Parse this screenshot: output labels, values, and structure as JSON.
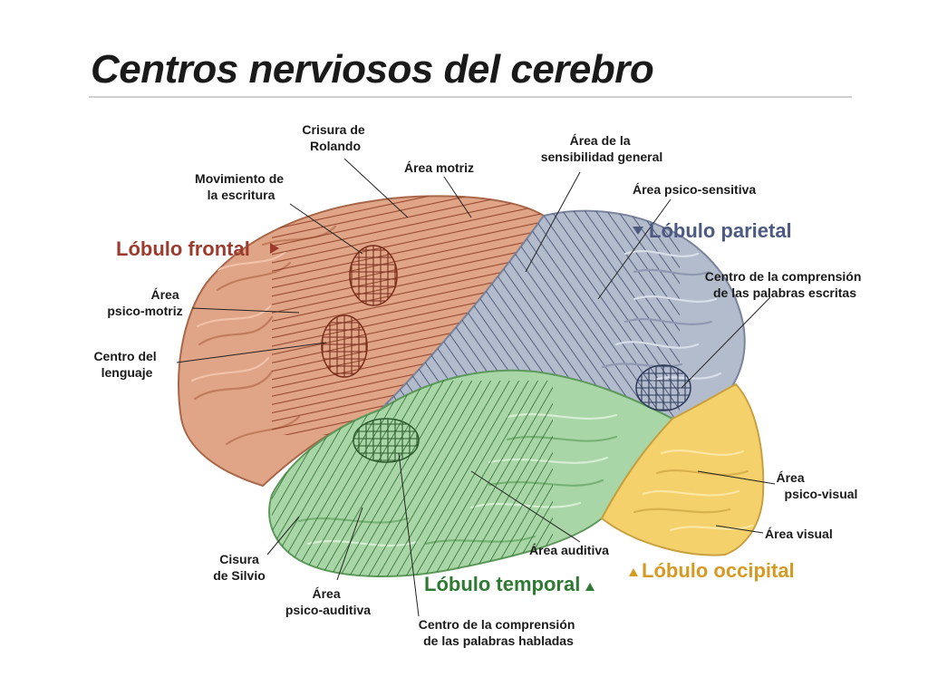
{
  "title": "Centros nerviosos del cerebro",
  "colors": {
    "frontal": "#e0a486",
    "parietal": "#b3bccd",
    "temporal": "#a9d6a6",
    "occipital": "#f4d16a",
    "frontal_text": "#9c3b2e",
    "parietal_text": "#4c5a82",
    "temporal_text": "#2e7a32",
    "occipital_text": "#d69a22"
  },
  "lobes": {
    "frontal": "Lóbulo frontal",
    "parietal": "Lóbulo parietal",
    "temporal": "Lóbulo temporal",
    "occipital": "Lóbulo occipital"
  },
  "labels": {
    "crisura_rolando": [
      "Crisura de",
      "Rolando"
    ],
    "area_motriz": "Área motriz",
    "movimiento_escritura": [
      "Movimiento de",
      "la escritura"
    ],
    "sensibilidad_general": [
      "Área de la",
      "sensibilidad general"
    ],
    "psico_sensitiva": "Área psico-sensitiva",
    "psico_motriz": [
      "Área",
      "psico-motriz"
    ],
    "centro_lenguaje": [
      "Centro del",
      "lenguaje"
    ],
    "comprension_escritas": [
      "Centro de la comprensión",
      "de las palabras escritas"
    ],
    "psico_visual": [
      "Área",
      "psico-visual"
    ],
    "area_visual": "Área visual",
    "area_auditiva": "Área auditiva",
    "cisura_silvio": [
      "Cisura",
      "de Silvio"
    ],
    "psico_auditiva": [
      "Área",
      "psico-auditiva"
    ],
    "comprension_habladas": [
      "Centro de la comprensión",
      "de las palabras habladas"
    ]
  }
}
